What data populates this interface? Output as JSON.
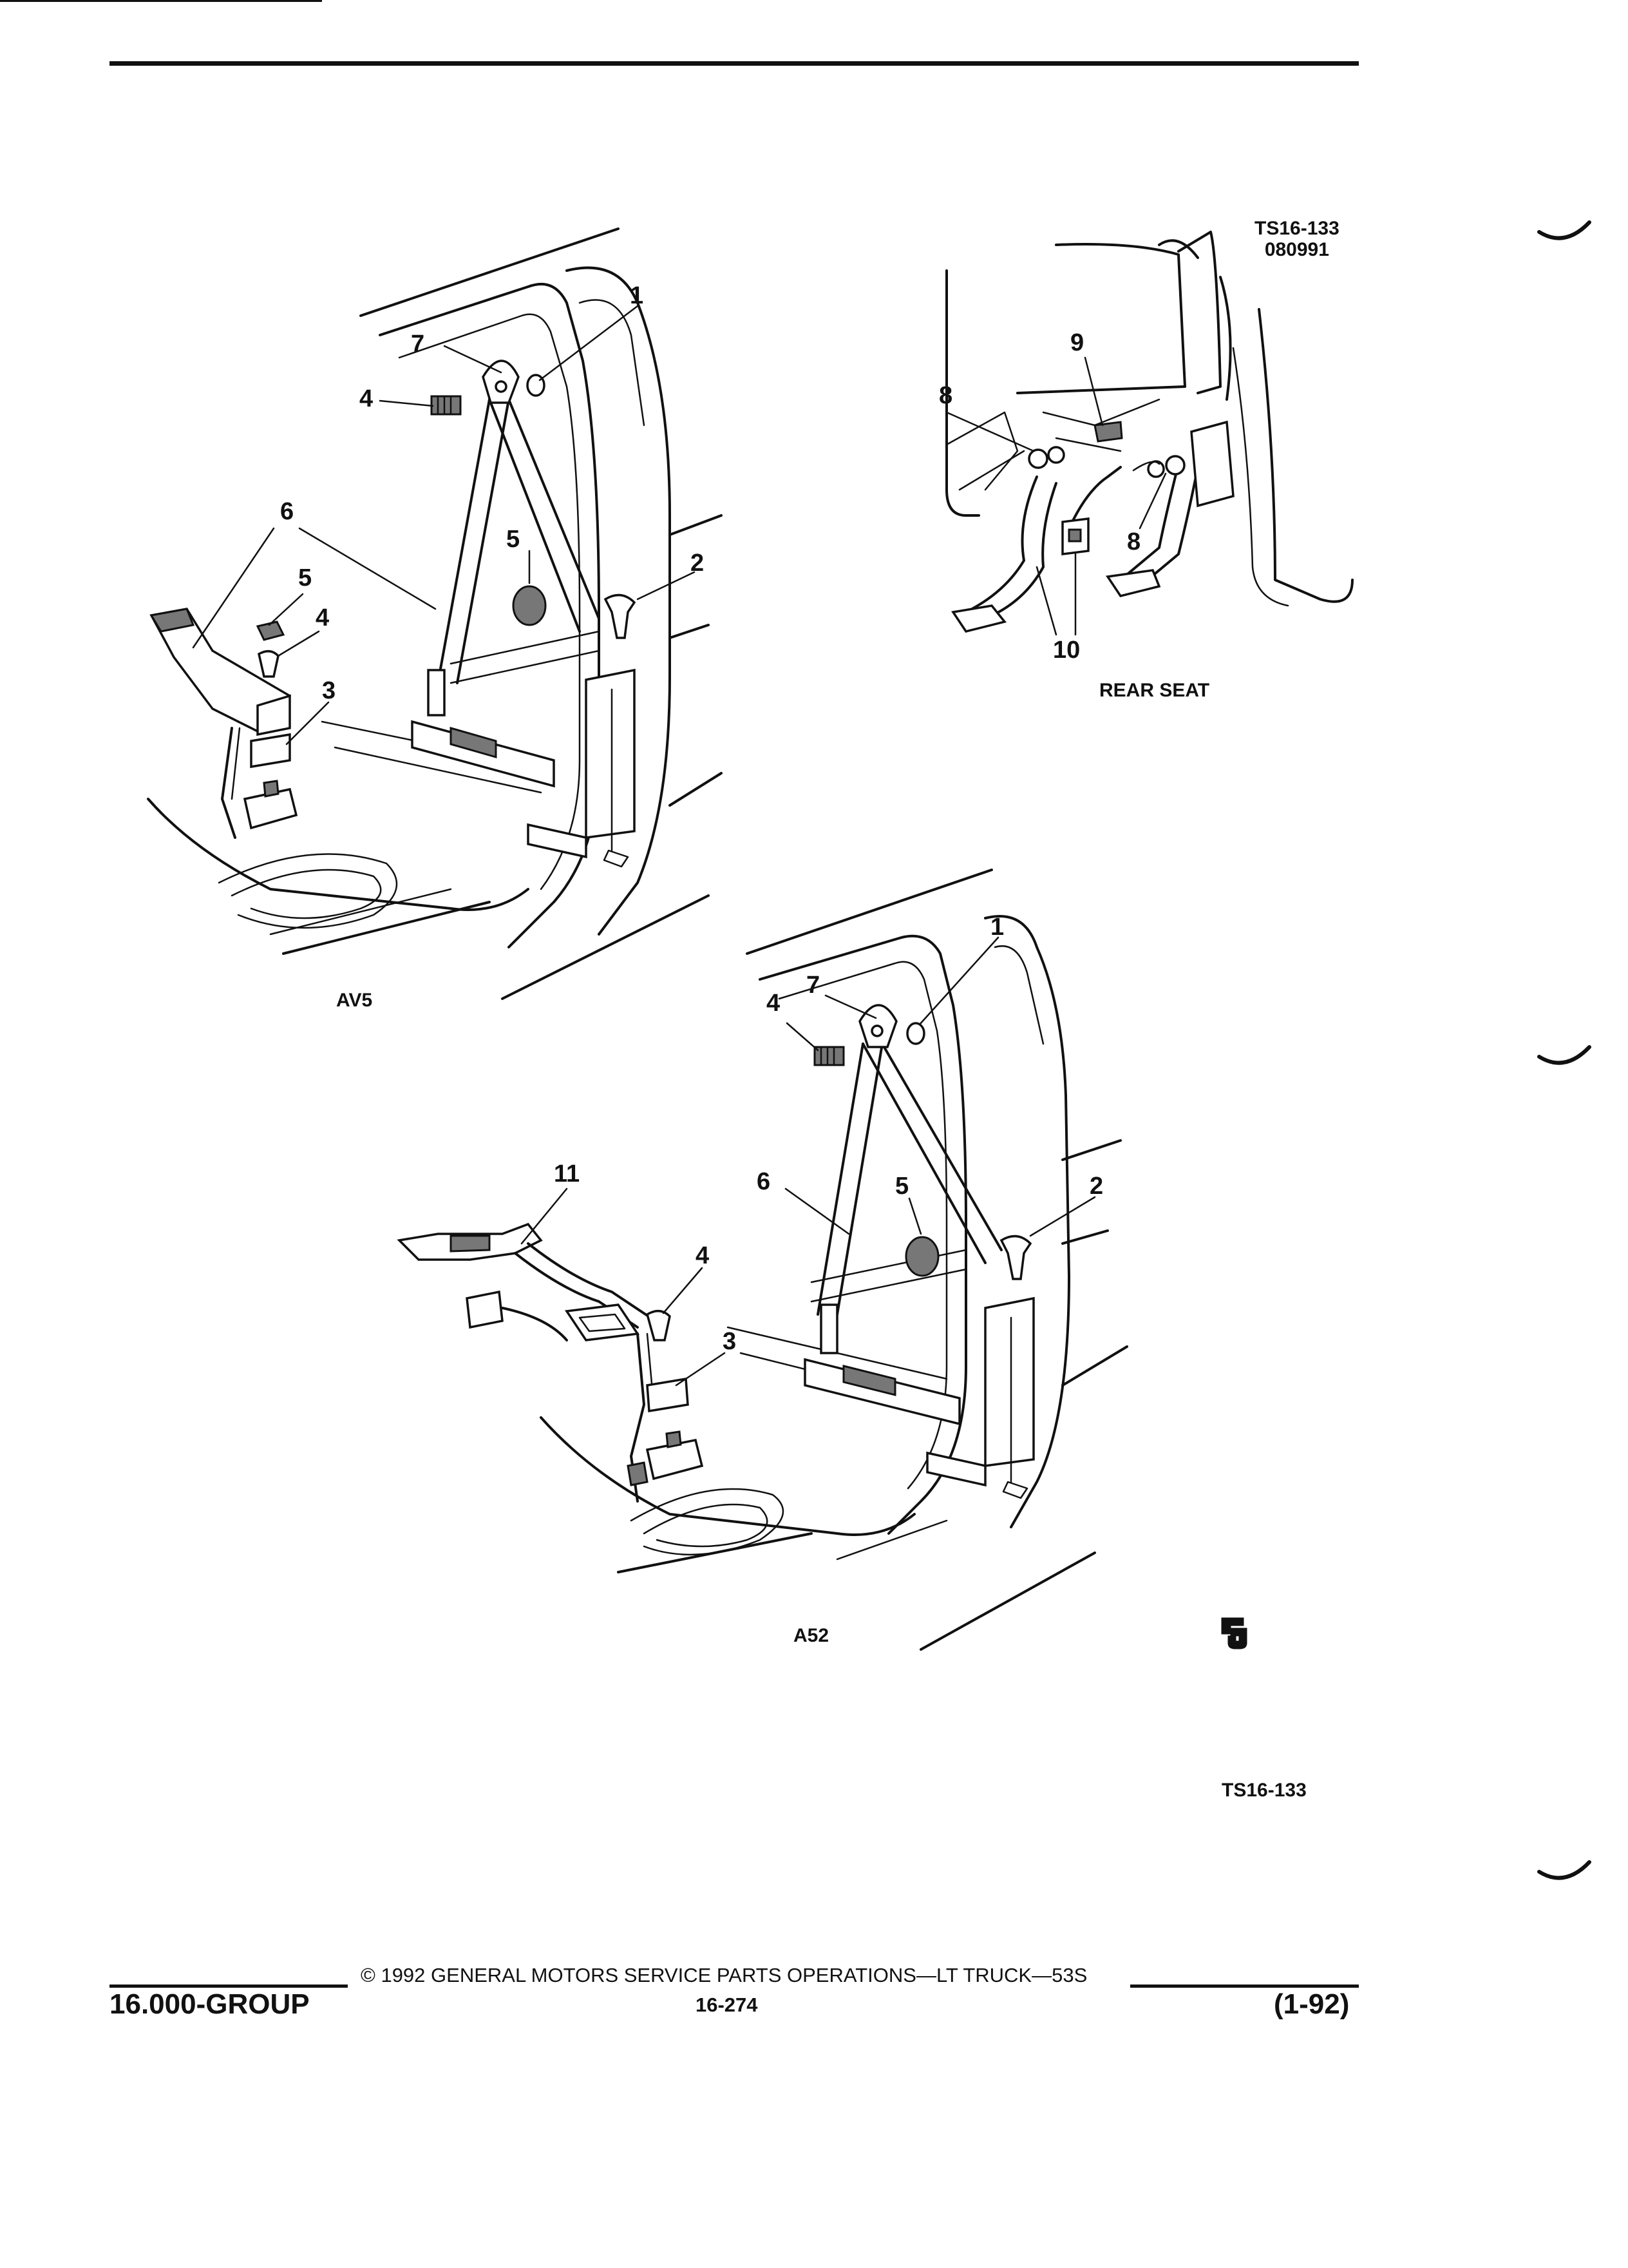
{
  "reference": {
    "code": "TS16-133",
    "date": "080991"
  },
  "figures": {
    "av5": {
      "caption": "AV5",
      "callouts": [
        "1",
        "2",
        "3",
        "4",
        "4",
        "5",
        "5",
        "6",
        "7"
      ]
    },
    "rear_seat": {
      "caption": "REAR SEAT",
      "callouts": [
        "8",
        "8",
        "9",
        "10"
      ]
    },
    "a52": {
      "caption": "A52",
      "callouts": [
        "1",
        "2",
        "3",
        "4",
        "4",
        "5",
        "6",
        "7",
        "11"
      ]
    }
  },
  "logo_text": "GM",
  "figure_id": "TS16-133",
  "footer": {
    "copyright": "© 1992 GENERAL MOTORS SERVICE PARTS OPERATIONS—LT TRUCK—53S",
    "group": "16.000-GROUP",
    "page": "16-274",
    "revision": "(1-92)"
  }
}
